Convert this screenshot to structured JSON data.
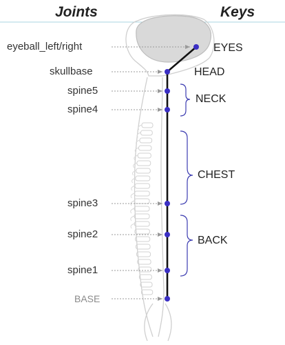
{
  "headers": {
    "joints": "Joints",
    "keys": "Keys"
  },
  "joints": [
    {
      "id": "eyeball",
      "label": "eyeball_left/right"
    },
    {
      "id": "skullbase",
      "label": "skullbase"
    },
    {
      "id": "spine5",
      "label": "spine5"
    },
    {
      "id": "spine4",
      "label": "spine4"
    },
    {
      "id": "spine3",
      "label": "spine3"
    },
    {
      "id": "spine2",
      "label": "spine2"
    },
    {
      "id": "spine1",
      "label": "spine1"
    },
    {
      "id": "base",
      "label": "BASE"
    }
  ],
  "keys": [
    {
      "id": "eyes",
      "label": "EYES"
    },
    {
      "id": "head",
      "label": "HEAD"
    },
    {
      "id": "neck",
      "label": "NECK"
    },
    {
      "id": "chest",
      "label": "CHEST"
    },
    {
      "id": "back",
      "label": "BACK"
    }
  ],
  "colors": {
    "joint_dot": "#3b2fc4",
    "bracket": "#3b3bb0",
    "chain_line": "#111111",
    "leader": "#999999",
    "skull_fill": "#d9d9d9",
    "header_rule": "#a8d4e0"
  }
}
